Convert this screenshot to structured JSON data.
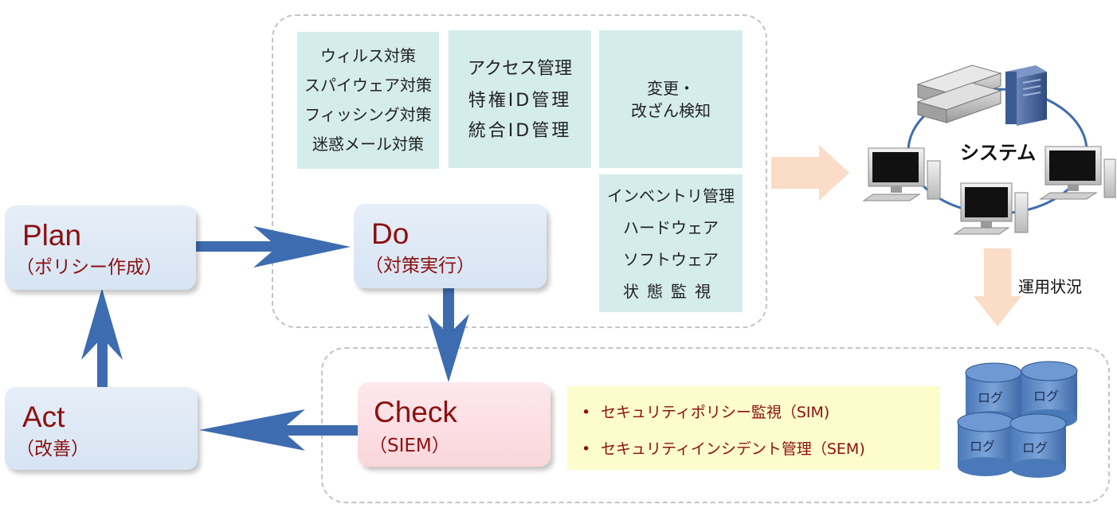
{
  "plan": {
    "title": "Plan",
    "subtitle": "（ポリシー作成）"
  },
  "do": {
    "title": "Do",
    "subtitle": "（対策実行）"
  },
  "check": {
    "title": "Check",
    "subtitle": "（SIEM）"
  },
  "act": {
    "title": "Act",
    "subtitle": "（改善）"
  },
  "do_measures": {
    "box1": [
      "ウィルス対策",
      "スパイウェア対策",
      "フィッシング対策",
      "迷惑メール対策"
    ],
    "box2": [
      "アクセス管理",
      "特権ID管理",
      "統合ID管理"
    ],
    "box3": [
      "変更・",
      "改ざん検知"
    ],
    "box4": [
      "インベントリ管理",
      "ハードウェア",
      "ソフトウェア",
      "状態監視"
    ]
  },
  "system": {
    "label": "システム"
  },
  "operation": {
    "label": "運用状況"
  },
  "check_items": [
    "セキュリティポリシー監視（SIM)",
    "セキュリティインシデント管理（SEM)"
  ],
  "logs": [
    "ログ",
    "ログ",
    "ログ",
    "ログ"
  ],
  "colors": {
    "arrow_blue": "#3d6cb0",
    "title_red": "#8b1010",
    "teal_box": "#d5ecec",
    "yellow_box": "#fdfccc",
    "peach_arrow": "#fbdcc6",
    "db_blue": "#5a87c4"
  }
}
